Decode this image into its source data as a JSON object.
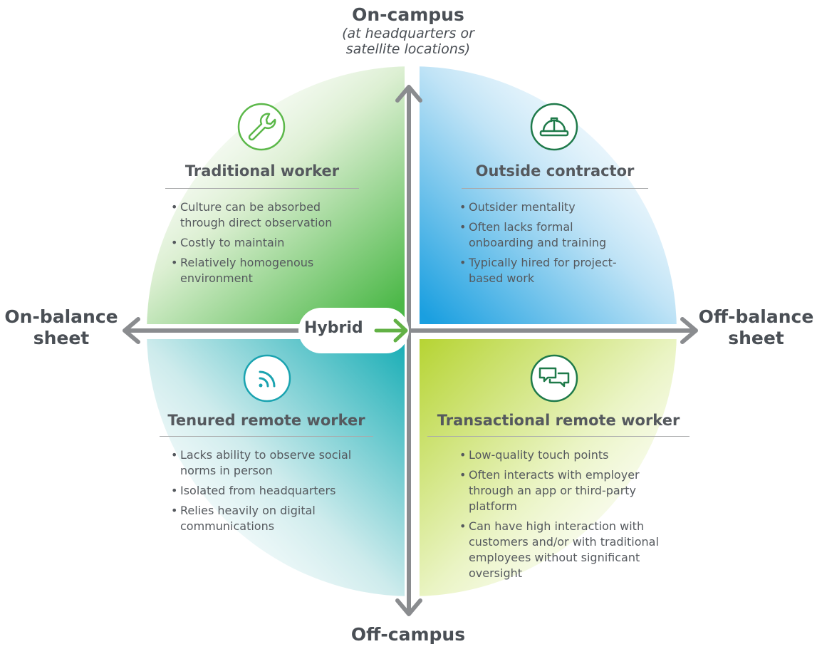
{
  "axes": {
    "top": {
      "label": "On-campus",
      "sublabel_line1": "(at headquarters or",
      "sublabel_line2": "satellite locations)"
    },
    "bottom": {
      "label": "Off-campus"
    },
    "left": {
      "line1": "On-balance",
      "line2": "sheet"
    },
    "right": {
      "line1": "Off-balance",
      "line2": "sheet"
    }
  },
  "hybrid": {
    "label": "Hybrid"
  },
  "quadrants": {
    "top_left": {
      "icon": "wrench-icon",
      "title": "Traditional worker",
      "bullets": [
        "Culture can be absorbed through direct observation",
        "Costly to maintain",
        "Relatively homogenous environment"
      ]
    },
    "top_right": {
      "icon": "hard-hat-icon",
      "title": "Outside contractor",
      "bullets": [
        "Outsider mentality",
        "Often lacks formal onboarding and training",
        "Typically hired for project-based work"
      ]
    },
    "bottom_left": {
      "icon": "signal-icon",
      "title": "Tenured remote worker",
      "bullets": [
        "Lacks ability to observe social norms in person",
        "Isolated from headquarters",
        "Relies heavily on digital communications"
      ]
    },
    "bottom_right": {
      "icon": "chat-bubbles-icon",
      "title": "Transactional remote worker",
      "bullets": [
        "Low-quality touch points",
        "Often interacts with employer through an app or third-party platform",
        "Can have high interaction with customers and/or with traditional employees without significant oversight"
      ]
    }
  },
  "colors": {
    "axis": "#8a8c8f",
    "green": "#5cb84a",
    "teal": "#1aa3b0",
    "blue": "#2aa0e0",
    "lime": "#b5d334",
    "dark_green": "#1f7a4a",
    "hybrid_arrow": "#62b145"
  }
}
